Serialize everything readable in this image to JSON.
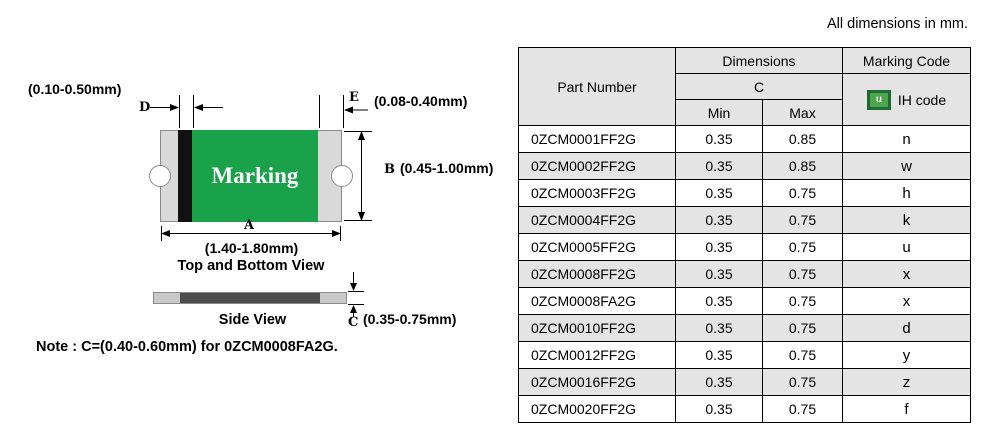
{
  "page": {
    "units_note": "All dimensions in mm."
  },
  "diagram": {
    "labels": {
      "d_letter": "D",
      "d_value": "(0.10-0.50mm)",
      "e_letter": "E",
      "e_value": "(0.08-0.40mm)",
      "b_letter": "B",
      "b_value": "(0.45-1.00mm)",
      "a_letter": "A",
      "a_value": "(1.40-1.80mm)",
      "c_letter": "C",
      "c_value": "(0.35-0.75mm)",
      "marking": "Marking",
      "top_view": "Top and Bottom View",
      "side_view": "Side View",
      "note": "Note : C=(0.40-0.60mm) for 0ZCM0008FA2G."
    },
    "colors": {
      "body_green": "#1aa24b",
      "stripe_black": "#111111",
      "terminal_gray": "#d9d9d9",
      "side_dark": "#4d4d4d"
    }
  },
  "table": {
    "headers": {
      "part_number": "Part Number",
      "dimensions": "Dimensions",
      "c": "C",
      "min": "Min",
      "max": "Max",
      "marking_code": "Marking Code",
      "ih_code": "IH code",
      "chip_glyph": "u"
    },
    "rows": [
      {
        "part": "0ZCM0001FF2G",
        "min": "0.35",
        "max": "0.85",
        "code": "n"
      },
      {
        "part": "0ZCM0002FF2G",
        "min": "0.35",
        "max": "0.85",
        "code": "w"
      },
      {
        "part": "0ZCM0003FF2G",
        "min": "0.35",
        "max": "0.75",
        "code": "h"
      },
      {
        "part": "0ZCM0004FF2G",
        "min": "0.35",
        "max": "0.75",
        "code": "k"
      },
      {
        "part": "0ZCM0005FF2G",
        "min": "0.35",
        "max": "0.75",
        "code": "u"
      },
      {
        "part": "0ZCM0008FF2G",
        "min": "0.35",
        "max": "0.75",
        "code": "x"
      },
      {
        "part": "0ZCM0008FA2G",
        "min": "0.35",
        "max": "0.75",
        "code": "x"
      },
      {
        "part": "0ZCM0010FF2G",
        "min": "0.35",
        "max": "0.75",
        "code": "d"
      },
      {
        "part": "0ZCM0012FF2G",
        "min": "0.35",
        "max": "0.75",
        "code": "y"
      },
      {
        "part": "0ZCM0016FF2G",
        "min": "0.35",
        "max": "0.75",
        "code": "z"
      },
      {
        "part": "0ZCM0020FF2G",
        "min": "0.35",
        "max": "0.75",
        "code": "f"
      }
    ]
  }
}
